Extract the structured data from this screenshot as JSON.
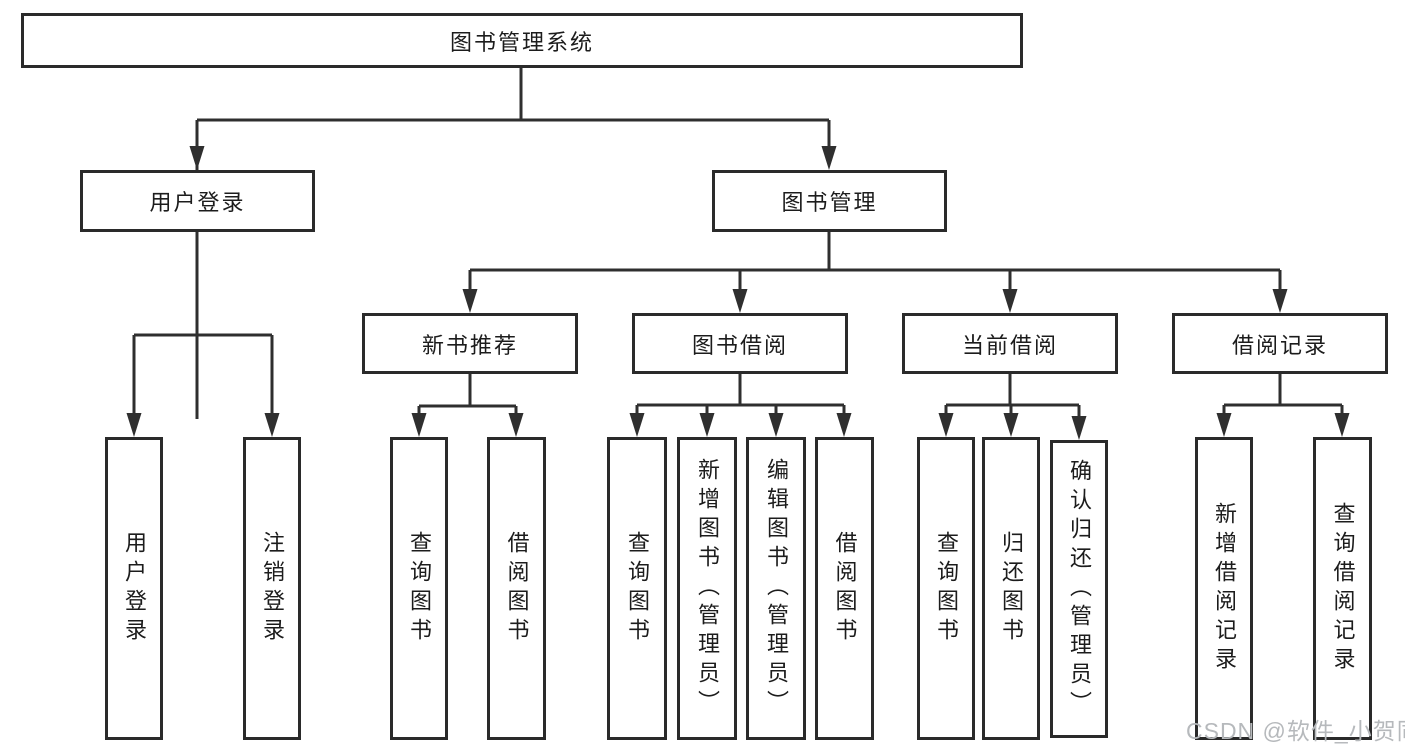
{
  "watermark": "CSDN @软件_小贺同学",
  "colors": {
    "background": "#ffffff",
    "box_border": "#2a2a2a",
    "line": "#2f2f2f",
    "text": "#1c1c1c",
    "watermark_text": "#b6b9bc"
  },
  "tree": {
    "label": "图书管理系统",
    "children": [
      {
        "label": "用户登录",
        "children": [
          {
            "label": "用户登录"
          },
          {
            "label": "注销登录"
          }
        ]
      },
      {
        "label": "图书管理",
        "children": [
          {
            "label": "新书推荐",
            "children": [
              {
                "label": "查询图书"
              },
              {
                "label": "借阅图书"
              }
            ]
          },
          {
            "label": "图书借阅",
            "children": [
              {
                "label": "查询图书"
              },
              {
                "label": "新增图书（管理员）"
              },
              {
                "label": "编辑图书（管理员）"
              },
              {
                "label": "借阅图书"
              }
            ]
          },
          {
            "label": "当前借阅",
            "children": [
              {
                "label": "查询图书"
              },
              {
                "label": "归还图书"
              },
              {
                "label": "确认归还（管理员）"
              }
            ]
          },
          {
            "label": "借阅记录",
            "children": [
              {
                "label": "新增借阅记录"
              },
              {
                "label": "查询借阅记录"
              }
            ]
          }
        ]
      }
    ]
  }
}
